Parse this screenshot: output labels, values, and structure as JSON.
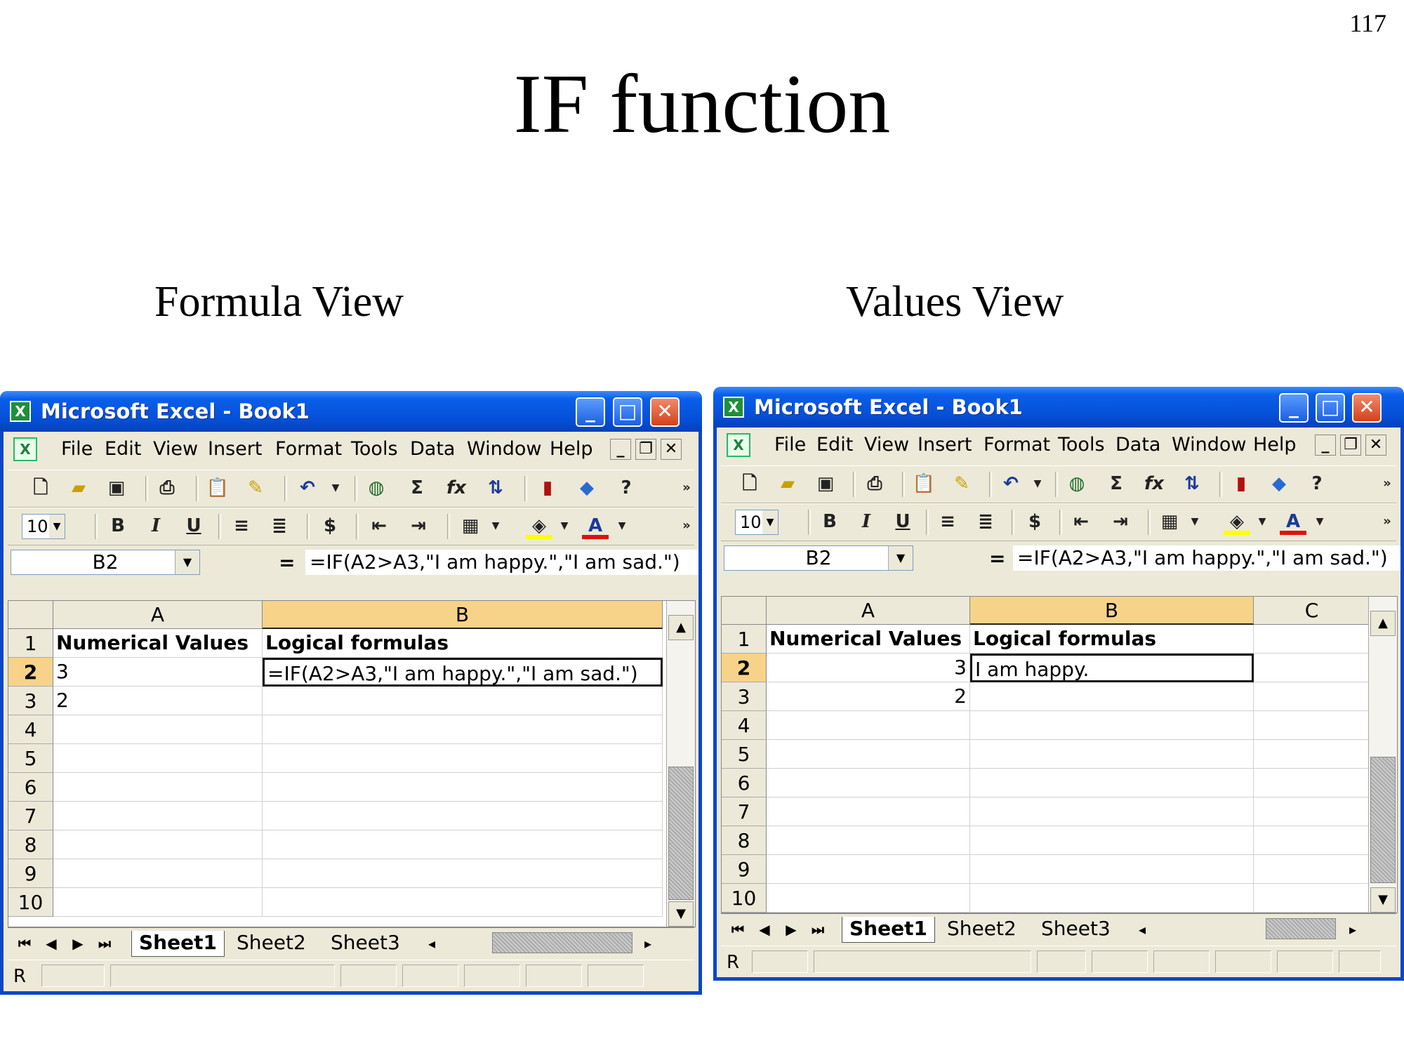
{
  "slide": {
    "number": "117",
    "title": "IF function",
    "left_label": "Formula View",
    "right_label": "Values View"
  },
  "windows": [
    {
      "title": "Microsoft Excel - Book1",
      "menu": [
        "File",
        "Edit",
        "View",
        "Insert",
        "Format",
        "Tools",
        "Data",
        "Window",
        "Help"
      ],
      "font_size": "10",
      "name_box": "B2",
      "formula_eq": "=",
      "formula": "=IF(A2>A3,\"I am happy.\",\"I am sad.\")",
      "columns": [
        "A",
        "B"
      ],
      "rows": [
        "1",
        "2",
        "3",
        "4",
        "5",
        "6",
        "7",
        "8",
        "9",
        "10"
      ],
      "cells": {
        "A1": "Numerical Values",
        "B1": "Logical formulas",
        "A2": "3",
        "B2": "=IF(A2>A3,\"I am happy.\",\"I am sad.\")",
        "A3": "2"
      },
      "sheets": [
        "Sheet1",
        "Sheet2",
        "Sheet3"
      ],
      "status": "R"
    },
    {
      "title": "Microsoft Excel - Book1",
      "menu": [
        "File",
        "Edit",
        "View",
        "Insert",
        "Format",
        "Tools",
        "Data",
        "Window",
        "Help"
      ],
      "font_size": "10",
      "name_box": "B2",
      "formula_eq": "=",
      "formula": "=IF(A2>A3,\"I am happy.\",\"I am sad.\")",
      "columns": [
        "A",
        "B",
        "C"
      ],
      "rows": [
        "1",
        "2",
        "3",
        "4",
        "5",
        "6",
        "7",
        "8",
        "9",
        "10"
      ],
      "cells": {
        "A1": "Numerical Values",
        "B1": "Logical formulas",
        "A2": "3",
        "B2": "I am happy.",
        "A3": "2"
      },
      "sheets": [
        "Sheet1",
        "Sheet2",
        "Sheet3"
      ],
      "status": "R"
    }
  ],
  "colors": {
    "titlebar": "#0550d8",
    "selection_header": "#f7d38a",
    "window_bg": "#ece9d8"
  }
}
